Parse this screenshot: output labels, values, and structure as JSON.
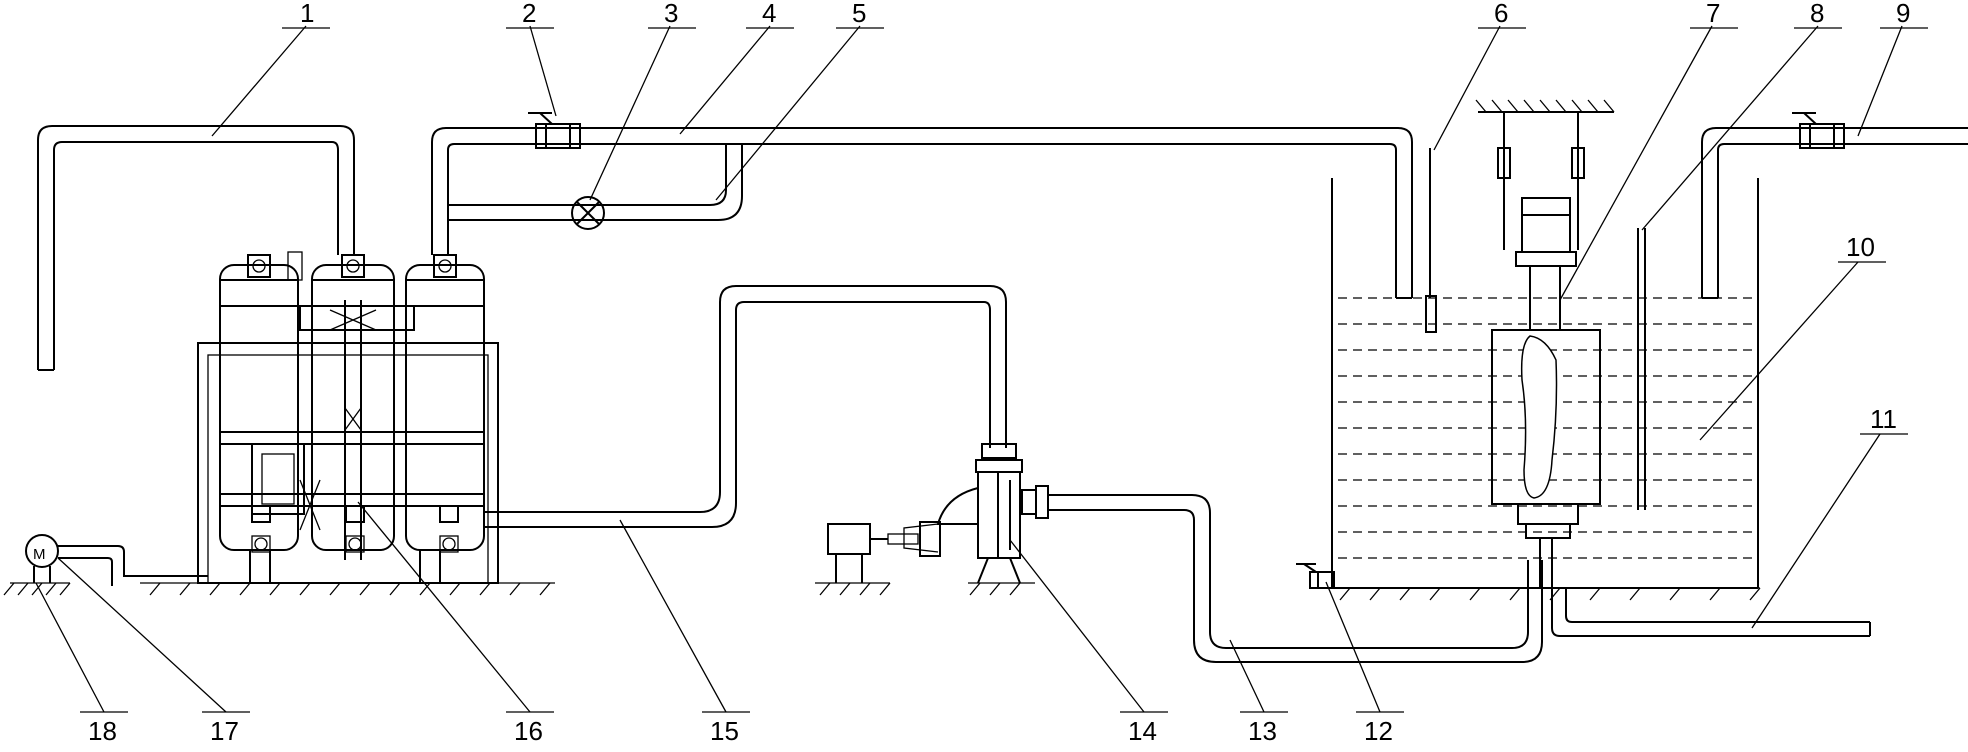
{
  "diagram": {
    "labels": [
      "1",
      "2",
      "3",
      "4",
      "5",
      "6",
      "7",
      "8",
      "9",
      "10",
      "11",
      "12",
      "13",
      "14",
      "15",
      "16",
      "17",
      "18"
    ],
    "pump_badge": "M"
  },
  "colors": {
    "ink": "#000000",
    "background": "#ffffff"
  }
}
